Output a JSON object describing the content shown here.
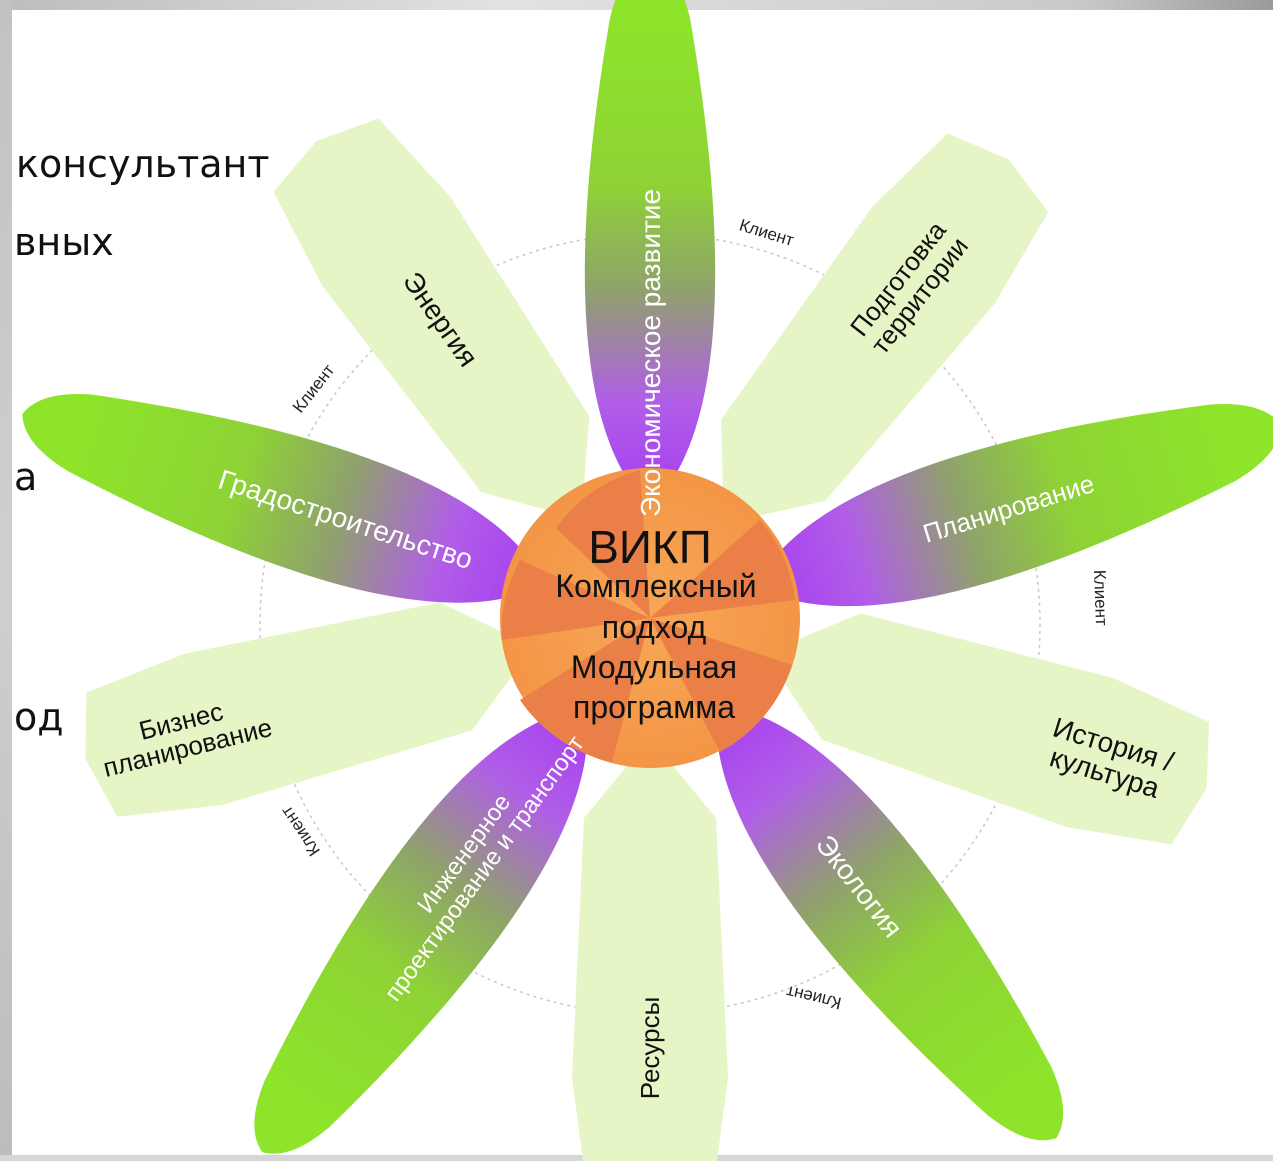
{
  "slide_text": [
    "консультант",
    "вных",
    "а",
    "од"
  ],
  "center": {
    "title": "ВИКП",
    "lines": [
      "Комплексный",
      "подход",
      "Модульная",
      "программа"
    ]
  },
  "petals": [
    {
      "label": "Экономическое развитие",
      "style": "purple"
    },
    {
      "label": "Подготовка территории",
      "style": "pale"
    },
    {
      "label": "Планирование",
      "style": "purple"
    },
    {
      "label": "История / культура",
      "style": "pale"
    },
    {
      "label": "Экология",
      "style": "purple"
    },
    {
      "label": "Ресурсы",
      "style": "pale"
    },
    {
      "label": "Инженерное проектирование и транспорт",
      "style": "purple"
    },
    {
      "label": "Бизнес планирование",
      "style": "pale"
    },
    {
      "label": "Градостроительство",
      "style": "purple"
    },
    {
      "label": "Энергия",
      "style": "pale"
    }
  ],
  "client_label": "Клиент",
  "colors": {
    "green": "#8ee02a",
    "purple": "#a434f2",
    "pale": "#e6f5c6",
    "center_orange": "#f59a45",
    "center_dark": "#e97a44"
  }
}
